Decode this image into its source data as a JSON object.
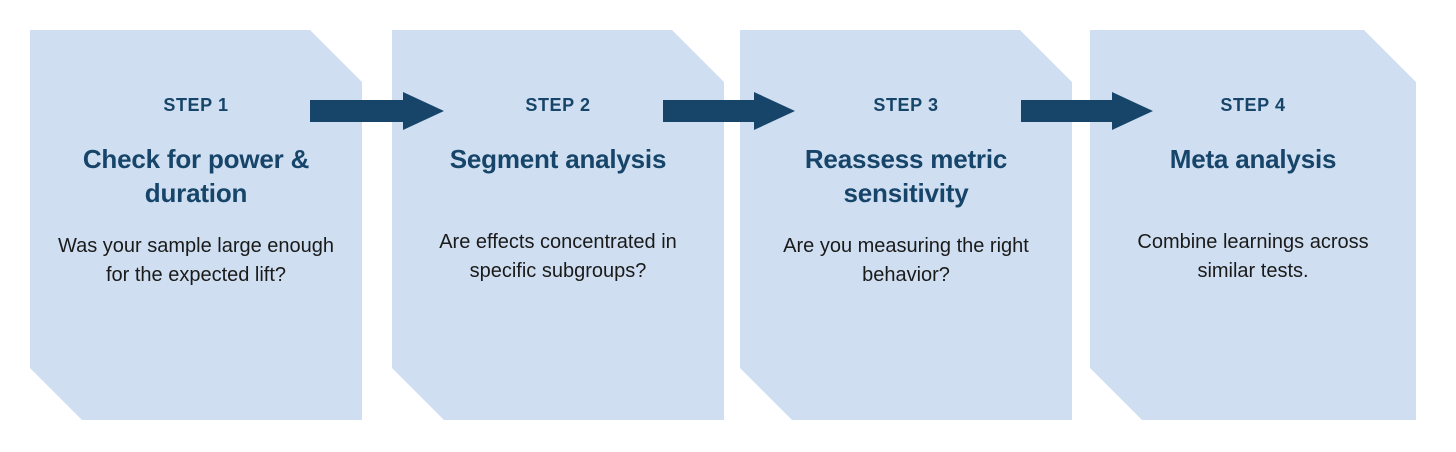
{
  "diagram": {
    "type": "process-flow",
    "title": "",
    "colors": {
      "card_background": "#cfdff1",
      "accent_navy": "#17456a",
      "body_text": "#1a1a1a",
      "page_background": "#ffffff"
    },
    "steps": [
      {
        "step_label": "STEP 1",
        "title": "Check for power & duration",
        "body": "Was your sample large enough for the expected lift?"
      },
      {
        "step_label": "STEP 2",
        "title": "Segment analysis",
        "body": "Are effects concentrated in specific subgroups?"
      },
      {
        "step_label": "STEP 3",
        "title": "Reassess metric sensitivity",
        "body": "Are you measuring the right behavior?"
      },
      {
        "step_label": "STEP 4",
        "title": "Meta analysis",
        "body": "Combine learnings across similar tests."
      }
    ],
    "connectors": [
      {
        "icon": "arrow-right-icon",
        "from": "STEP 1",
        "to": "STEP 2"
      },
      {
        "icon": "arrow-right-icon",
        "from": "STEP 2",
        "to": "STEP 3"
      },
      {
        "icon": "arrow-right-icon",
        "from": "STEP 3",
        "to": "STEP 4"
      }
    ]
  }
}
